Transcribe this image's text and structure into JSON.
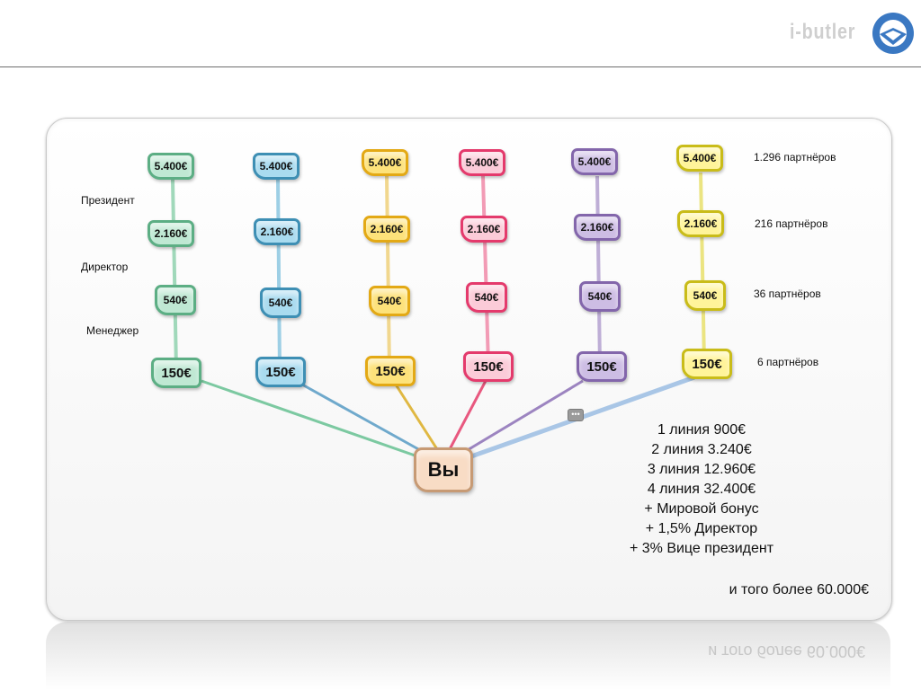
{
  "brand": {
    "name": "i-butler",
    "logo_icon": "i-butler-logo-icon"
  },
  "colors": {
    "green": "#5cae84",
    "blue": "#3e8fb4",
    "yellow": "#e3a915",
    "pink": "#e43a6c",
    "purple": "#8366ab",
    "lemon": "#c9bc19",
    "you": "#c79a74"
  },
  "diagram": {
    "root_label": "Вы",
    "ranks": [
      "Президент",
      "Директор",
      "Менеджер"
    ],
    "level_labels": [
      "1.296 партнёров",
      "216 партнёров",
      "36 партнёров",
      "6 партнёров"
    ],
    "columns": [
      {
        "color": "green",
        "levels": [
          "5.400€",
          "2.160€",
          "540€",
          "150€"
        ]
      },
      {
        "color": "blue",
        "levels": [
          "5.400€",
          "2.160€",
          "540€",
          "150€"
        ]
      },
      {
        "color": "yellow",
        "levels": [
          "5.400€",
          "2.160€",
          "540€",
          "150€"
        ]
      },
      {
        "color": "pink",
        "levels": [
          "5.400€",
          "2.160€",
          "540€",
          "150€"
        ]
      },
      {
        "color": "purple",
        "levels": [
          "5.400€",
          "2.160€",
          "540€",
          "150€"
        ]
      },
      {
        "color": "lemon",
        "levels": [
          "5.400€",
          "2.160€",
          "540€",
          "150€"
        ]
      }
    ],
    "connector_icon": "ellipsis-connector-icon"
  },
  "summary": {
    "lines": [
      "1 линия 900€",
      "2 линия 3.240€",
      "3 линия 12.960€",
      "4 линия 32.400€",
      "+ Мировой бонус",
      "+ 1,5% Директор",
      "+ 3% Вице президент"
    ],
    "total": "и того более 60.000€"
  }
}
